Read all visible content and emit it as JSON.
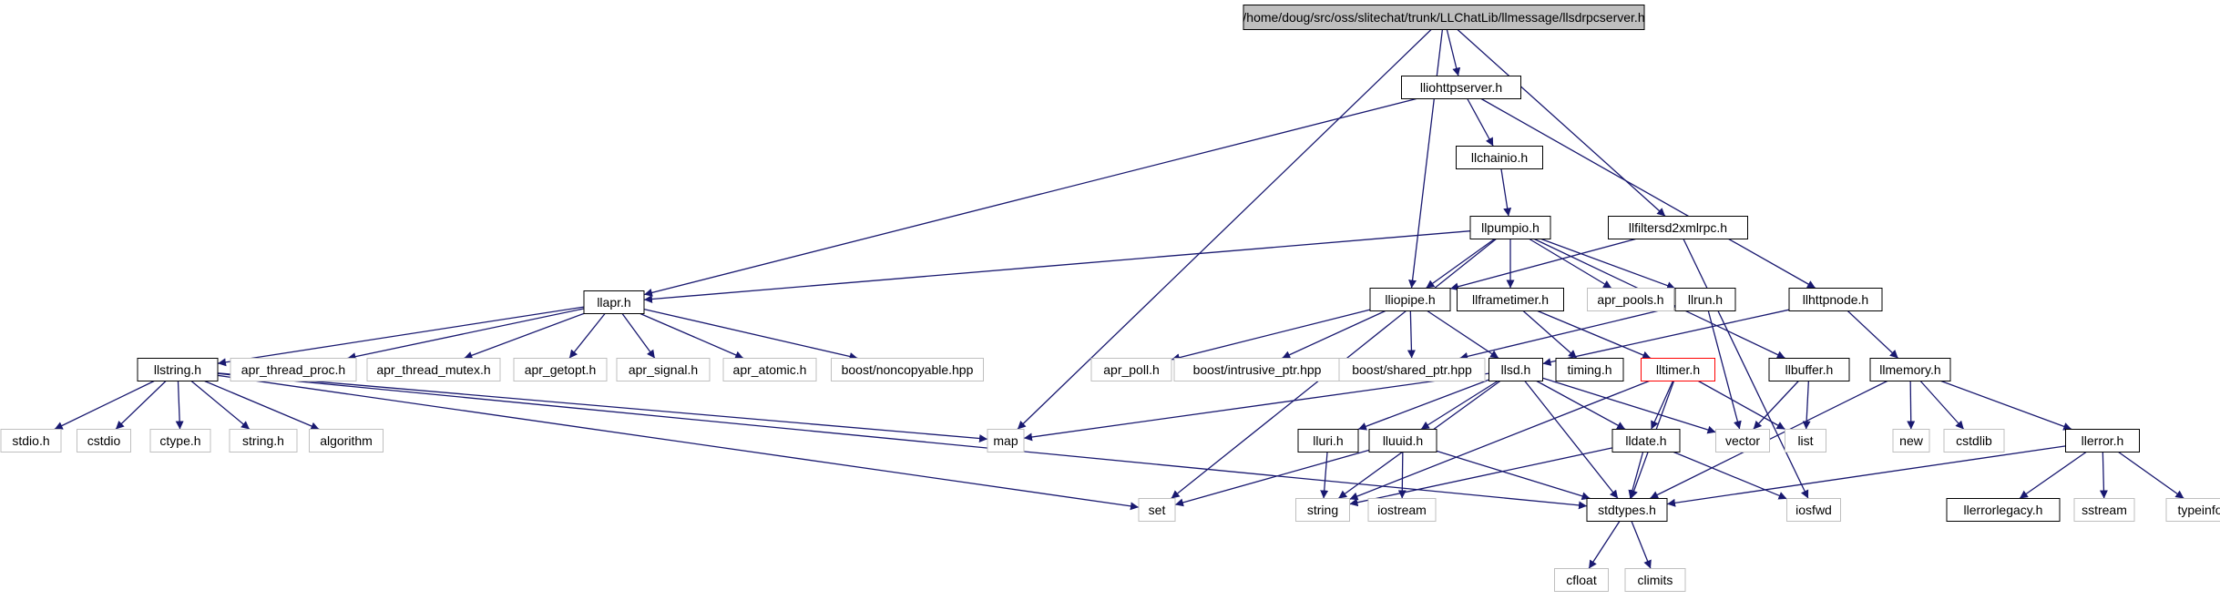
{
  "nodes": [
    {
      "id": "root",
      "label": "/home/doug/src/oss/slitechat/trunk/LLChatLib/llmessage/llsdrpcserver.h",
      "style": "root"
    },
    {
      "id": "lliohttpserver",
      "label": "lliohttpserver.h",
      "style": "normal"
    },
    {
      "id": "llchainio",
      "label": "llchainio.h",
      "style": "normal"
    },
    {
      "id": "llfiltersd2xmlrpc",
      "label": "llfiltersd2xmlrpc.h",
      "style": "normal"
    },
    {
      "id": "llpumpio",
      "label": "llpumpio.h",
      "style": "normal"
    },
    {
      "id": "llapr",
      "label": "llapr.h",
      "style": "normal"
    },
    {
      "id": "lliopipe",
      "label": "lliopipe.h",
      "style": "normal"
    },
    {
      "id": "llframetimer",
      "label": "llframetimer.h",
      "style": "normal"
    },
    {
      "id": "apr_pools",
      "label": "apr_pools.h",
      "style": "external"
    },
    {
      "id": "llrun",
      "label": "llrun.h",
      "style": "normal"
    },
    {
      "id": "llhttpnode",
      "label": "llhttpnode.h",
      "style": "normal"
    },
    {
      "id": "llstring",
      "label": "llstring.h",
      "style": "normal"
    },
    {
      "id": "apr_thread_proc",
      "label": "apr_thread_proc.h",
      "style": "external"
    },
    {
      "id": "apr_thread_mutex",
      "label": "apr_thread_mutex.h",
      "style": "external"
    },
    {
      "id": "apr_getopt",
      "label": "apr_getopt.h",
      "style": "external"
    },
    {
      "id": "apr_signal",
      "label": "apr_signal.h",
      "style": "external"
    },
    {
      "id": "apr_atomic",
      "label": "apr_atomic.h",
      "style": "external"
    },
    {
      "id": "boost_noncopyable",
      "label": "boost/noncopyable.hpp",
      "style": "external"
    },
    {
      "id": "apr_poll",
      "label": "apr_poll.h",
      "style": "external"
    },
    {
      "id": "boost_intrusive",
      "label": "boost/intrusive_ptr.hpp",
      "style": "external"
    },
    {
      "id": "boost_shared",
      "label": "boost/shared_ptr.hpp",
      "style": "external"
    },
    {
      "id": "llsd",
      "label": "llsd.h",
      "style": "normal"
    },
    {
      "id": "timing",
      "label": "timing.h",
      "style": "normal"
    },
    {
      "id": "lltimer",
      "label": "lltimer.h",
      "style": "red"
    },
    {
      "id": "llbuffer",
      "label": "llbuffer.h",
      "style": "normal"
    },
    {
      "id": "llmemory",
      "label": "llmemory.h",
      "style": "normal"
    },
    {
      "id": "stdio",
      "label": "stdio.h",
      "style": "external"
    },
    {
      "id": "cstdio",
      "label": "cstdio",
      "style": "external"
    },
    {
      "id": "ctype",
      "label": "ctype.h",
      "style": "external"
    },
    {
      "id": "string_h",
      "label": "string.h",
      "style": "external"
    },
    {
      "id": "algorithm",
      "label": "algorithm",
      "style": "external"
    },
    {
      "id": "map",
      "label": "map",
      "style": "external"
    },
    {
      "id": "lluri",
      "label": "lluri.h",
      "style": "normal"
    },
    {
      "id": "lluuid",
      "label": "lluuid.h",
      "style": "normal"
    },
    {
      "id": "lldate",
      "label": "lldate.h",
      "style": "normal"
    },
    {
      "id": "vector",
      "label": "vector",
      "style": "external"
    },
    {
      "id": "list",
      "label": "list",
      "style": "external"
    },
    {
      "id": "new",
      "label": "new",
      "style": "external"
    },
    {
      "id": "cstdlib",
      "label": "cstdlib",
      "style": "external"
    },
    {
      "id": "llerror",
      "label": "llerror.h",
      "style": "normal"
    },
    {
      "id": "set",
      "label": "set",
      "style": "external"
    },
    {
      "id": "string",
      "label": "string",
      "style": "external"
    },
    {
      "id": "iostream",
      "label": "iostream",
      "style": "external"
    },
    {
      "id": "stdtypes",
      "label": "stdtypes.h",
      "style": "normal"
    },
    {
      "id": "iosfwd",
      "label": "iosfwd",
      "style": "external"
    },
    {
      "id": "llerrorlegacy",
      "label": "llerrorlegacy.h",
      "style": "normal"
    },
    {
      "id": "sstream",
      "label": "sstream",
      "style": "external"
    },
    {
      "id": "typeinfo",
      "label": "typeinfo",
      "style": "external"
    },
    {
      "id": "cfloat",
      "label": "cfloat",
      "style": "external"
    },
    {
      "id": "climits",
      "label": "climits",
      "style": "external"
    }
  ],
  "edges": [
    [
      "root",
      "lliohttpserver"
    ],
    [
      "root",
      "llfiltersd2xmlrpc"
    ],
    [
      "root",
      "lliopipe"
    ],
    [
      "root",
      "map"
    ],
    [
      "lliohttpserver",
      "llchainio"
    ],
    [
      "lliohttpserver",
      "llapr"
    ],
    [
      "lliohttpserver",
      "llhttpnode"
    ],
    [
      "llchainio",
      "llpumpio"
    ],
    [
      "llfiltersd2xmlrpc",
      "lliopipe"
    ],
    [
      "llfiltersd2xmlrpc",
      "iosfwd"
    ],
    [
      "llpumpio",
      "lliopipe"
    ],
    [
      "llpumpio",
      "llframetimer"
    ],
    [
      "llpumpio",
      "apr_pools"
    ],
    [
      "llpumpio",
      "llrun"
    ],
    [
      "llpumpio",
      "llbuffer"
    ],
    [
      "llpumpio",
      "set"
    ],
    [
      "llpumpio",
      "llapr"
    ],
    [
      "llapr",
      "llstring"
    ],
    [
      "llapr",
      "apr_thread_proc"
    ],
    [
      "llapr",
      "apr_thread_mutex"
    ],
    [
      "llapr",
      "apr_getopt"
    ],
    [
      "llapr",
      "apr_signal"
    ],
    [
      "llapr",
      "apr_atomic"
    ],
    [
      "llapr",
      "boost_noncopyable"
    ],
    [
      "lliopipe",
      "apr_poll"
    ],
    [
      "lliopipe",
      "boost_intrusive"
    ],
    [
      "lliopipe",
      "boost_shared"
    ],
    [
      "lliopipe",
      "llsd"
    ],
    [
      "llframetimer",
      "timing"
    ],
    [
      "llframetimer",
      "lltimer"
    ],
    [
      "llrun",
      "boost_shared"
    ],
    [
      "llrun",
      "vector"
    ],
    [
      "llhttpnode",
      "llsd"
    ],
    [
      "llhttpnode",
      "llmemory"
    ],
    [
      "llstring",
      "stdio"
    ],
    [
      "llstring",
      "cstdio"
    ],
    [
      "llstring",
      "ctype"
    ],
    [
      "llstring",
      "string_h"
    ],
    [
      "llstring",
      "algorithm"
    ],
    [
      "llstring",
      "map"
    ],
    [
      "llstring",
      "set"
    ],
    [
      "llstring",
      "stdtypes"
    ],
    [
      "llsd",
      "map"
    ],
    [
      "llsd",
      "string"
    ],
    [
      "llsd",
      "lluri"
    ],
    [
      "llsd",
      "lluuid"
    ],
    [
      "llsd",
      "lldate"
    ],
    [
      "llsd",
      "vector"
    ],
    [
      "llsd",
      "stdtypes"
    ],
    [
      "lltimer",
      "list"
    ],
    [
      "lltimer",
      "lldate"
    ],
    [
      "lltimer",
      "stdtypes"
    ],
    [
      "lltimer",
      "string"
    ],
    [
      "llbuffer",
      "vector"
    ],
    [
      "llbuffer",
      "list"
    ],
    [
      "llmemory",
      "new"
    ],
    [
      "llmemory",
      "cstdlib"
    ],
    [
      "llmemory",
      "llerror"
    ],
    [
      "llmemory",
      "stdtypes"
    ],
    [
      "lluri",
      "string"
    ],
    [
      "lluuid",
      "iostream"
    ],
    [
      "lluuid",
      "set"
    ],
    [
      "lluuid",
      "stdtypes"
    ],
    [
      "lldate",
      "stdtypes"
    ],
    [
      "lldate",
      "iosfwd"
    ],
    [
      "lldate",
      "string"
    ],
    [
      "llerror",
      "llerrorlegacy"
    ],
    [
      "llerror",
      "sstream"
    ],
    [
      "llerror",
      "typeinfo"
    ],
    [
      "llerror",
      "stdtypes"
    ],
    [
      "stdtypes",
      "cfloat"
    ],
    [
      "stdtypes",
      "climits"
    ]
  ],
  "colors": {
    "edge": "#191970",
    "node_border": "#000000",
    "external_border": "#bfbfbf",
    "red_border": "#ff0000",
    "root_fill": "#bfbfbf",
    "node_fill": "#ffffff",
    "text": "#000000"
  }
}
